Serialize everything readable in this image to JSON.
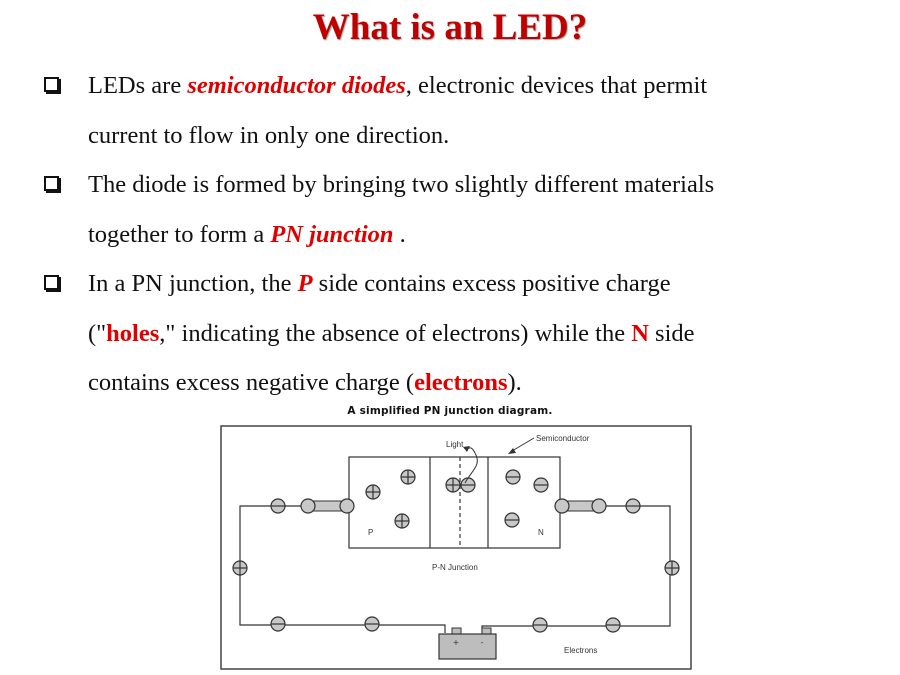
{
  "slide": {
    "title": "What is an LED?",
    "bullets": [
      {
        "lines": [
          [
            {
              "text": " LEDs are ",
              "style": "normal"
            },
            {
              "text": "semiconductor diodes",
              "style": "red-bold-italic"
            },
            {
              "text": ", electronic devices that permit",
              "style": "normal"
            }
          ],
          [
            {
              "text": "current to flow in only one direction.",
              "style": "normal"
            }
          ]
        ]
      },
      {
        "lines": [
          [
            {
              "text": "The diode is formed by bringing two slightly different materials",
              "style": "normal"
            }
          ],
          [
            {
              "text": "together to form a ",
              "style": "normal"
            },
            {
              "text": "PN junction",
              "style": "red-bold-italic"
            },
            {
              "text": " .",
              "style": "normal"
            }
          ]
        ]
      },
      {
        "lines": [
          [
            {
              "text": "In a PN junction, the ",
              "style": "normal"
            },
            {
              "text": "P",
              "style": "red-bold-italic"
            },
            {
              "text": " side contains excess positive charge",
              "style": "normal"
            }
          ],
          [
            {
              "text": "(\"",
              "style": "normal"
            },
            {
              "text": "holes",
              "style": "red-bold"
            },
            {
              "text": ",\" indicating the absence of electrons) while the ",
              "style": "normal"
            },
            {
              "text": "N",
              "style": "red-bold"
            },
            {
              "text": " side",
              "style": "normal"
            }
          ],
          [
            {
              "text": "contains excess negative charge (",
              "style": "normal"
            },
            {
              "text": "electrons",
              "style": "red-bold"
            },
            {
              "text": ").",
              "style": "normal"
            }
          ]
        ]
      }
    ],
    "figure": {
      "caption": "A simplified PN junction diagram.",
      "labels": {
        "light": "Light",
        "semiconductor": "Semiconductor",
        "p_side": "P",
        "n_side": "N",
        "junction": "P-N Junction",
        "electrons": "Electrons",
        "battery_plus": "+",
        "battery_minus": "-"
      }
    },
    "colors": {
      "title": "#c00000",
      "highlight": "#e00000",
      "text": "#111111",
      "particle_fill": "#c8c8c8",
      "battery_fill": "#bdbdbd"
    }
  }
}
